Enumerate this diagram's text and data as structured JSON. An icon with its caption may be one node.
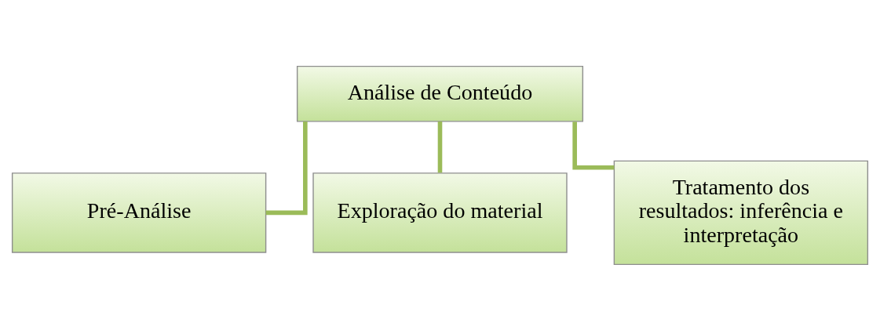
{
  "diagram": {
    "nodes": [
      {
        "text": [
          "Análise de Conteúdo"
        ]
      },
      {
        "text": [
          "Pré-Análise"
        ]
      },
      {
        "text": [
          "Exploração do material"
        ]
      },
      {
        "text": [
          "Tratamento dos resultados: inferência e interpretação"
        ]
      }
    ],
    "edges": [
      {
        "from": 0,
        "to": 1,
        "arrow": "none"
      },
      {
        "from": 0,
        "to": 2,
        "arrow": "none"
      },
      {
        "from": 0,
        "to": 3,
        "arrow": "none"
      }
    ]
  }
}
